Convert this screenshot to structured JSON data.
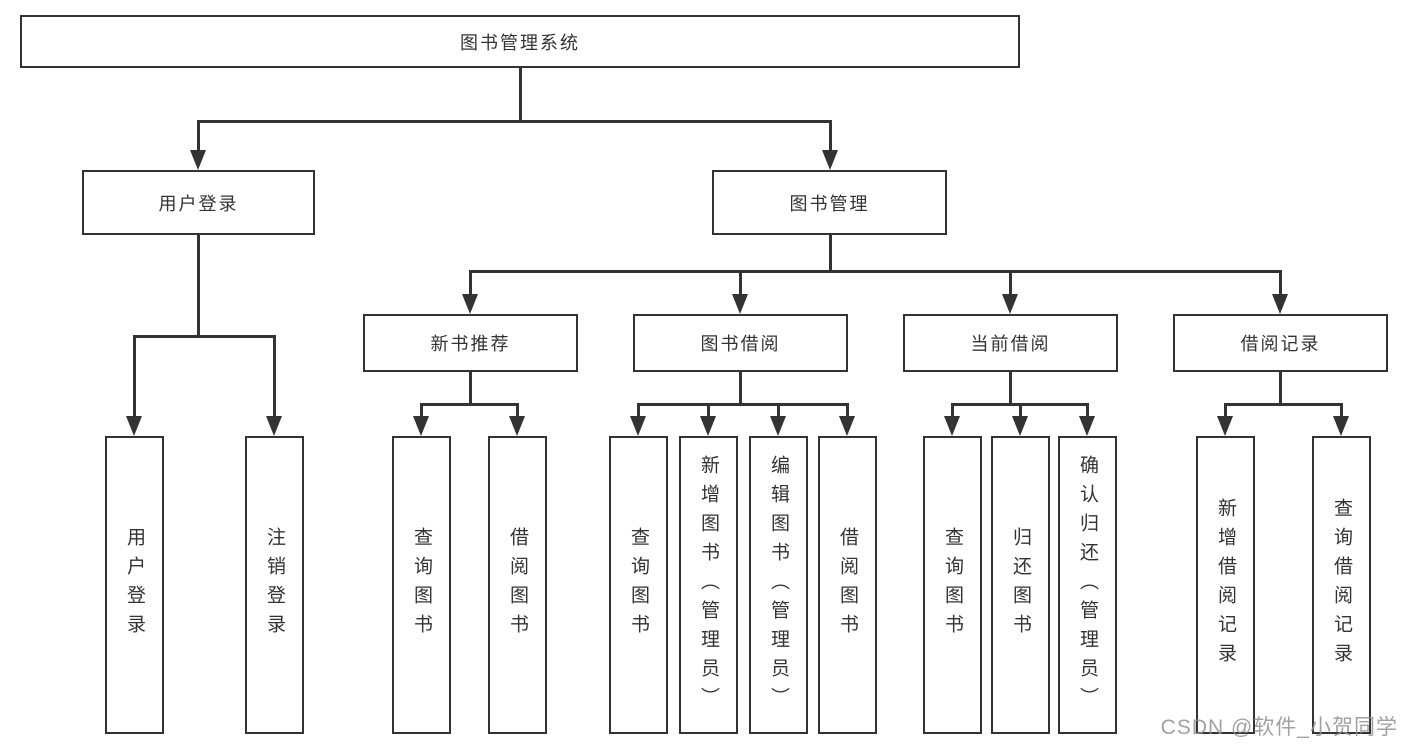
{
  "colors": {
    "line": "#333333",
    "node_border": "#333333",
    "node_fill": "#ffffff",
    "background": "#ffffff",
    "watermark": "#919191"
  },
  "watermark": {
    "text": "CSDN @软件_小贺同学"
  },
  "diagram": {
    "root": {
      "label": "图书管理系统"
    },
    "login": {
      "label": "用户登录",
      "children": [
        {
          "label": "用户登录"
        },
        {
          "label": "注销登录"
        }
      ]
    },
    "manage": {
      "label": "图书管理",
      "children": [
        {
          "label": "新书推荐",
          "children": [
            {
              "label": "查询图书"
            },
            {
              "label": "借阅图书"
            }
          ]
        },
        {
          "label": "图书借阅",
          "children": [
            {
              "label": "查询图书"
            },
            {
              "label": "新增图书（管理员）"
            },
            {
              "label": "编辑图书（管理员）"
            },
            {
              "label": "借阅图书"
            }
          ]
        },
        {
          "label": "当前借阅",
          "children": [
            {
              "label": "查询图书"
            },
            {
              "label": "归还图书"
            },
            {
              "label": "确认归还（管理员）"
            }
          ]
        },
        {
          "label": "借阅记录",
          "children": [
            {
              "label": "新增借阅记录"
            },
            {
              "label": "查询借阅记录"
            }
          ]
        }
      ]
    }
  }
}
